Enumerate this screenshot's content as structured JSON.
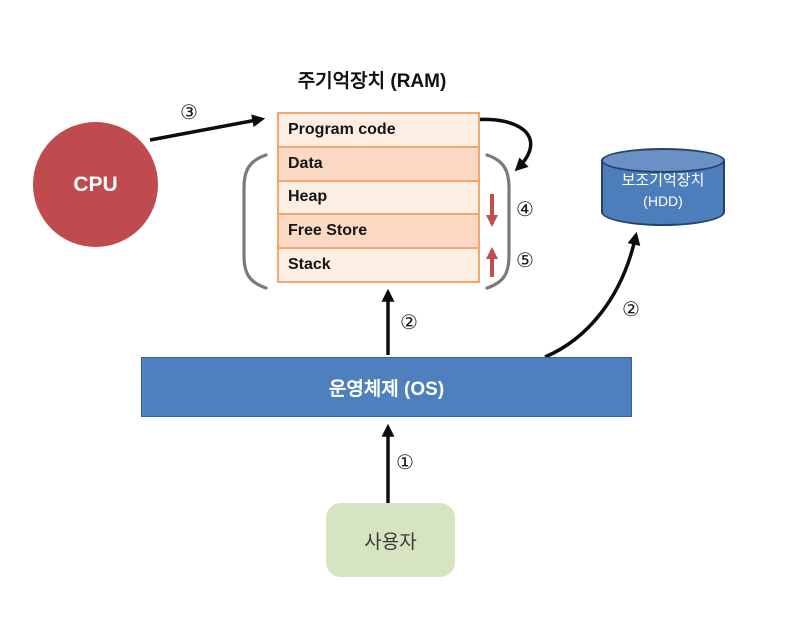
{
  "ram": {
    "title": "주기억장치 (RAM)",
    "rows": [
      "Program code",
      "Data",
      "Heap",
      "Free Store",
      "Stack"
    ]
  },
  "cpu": {
    "label": "CPU"
  },
  "hdd": {
    "line1": "보조기억장치",
    "line2": "(HDD)"
  },
  "os": {
    "label": "운영체제 (OS)"
  },
  "user": {
    "label": "사용자"
  },
  "steps": {
    "one": "①",
    "two_ram": "②",
    "two_hdd": "②",
    "three": "③",
    "four": "④",
    "five": "⑤"
  },
  "colors": {
    "cpu_red": "#bf4b4e",
    "os_blue": "#4d80bd",
    "hdd_blue": "#4d7ebc",
    "hdd_border": "#24436b",
    "user_green": "#d7e4c1",
    "ram_row_light": "#fdeee3",
    "ram_row_dark": "#fbd9c2",
    "ram_border": "#f0a872",
    "bracket_gray": "#7a7a7a",
    "arrow_black": "#0d0d0d",
    "arrow_red": "#c0504d"
  }
}
